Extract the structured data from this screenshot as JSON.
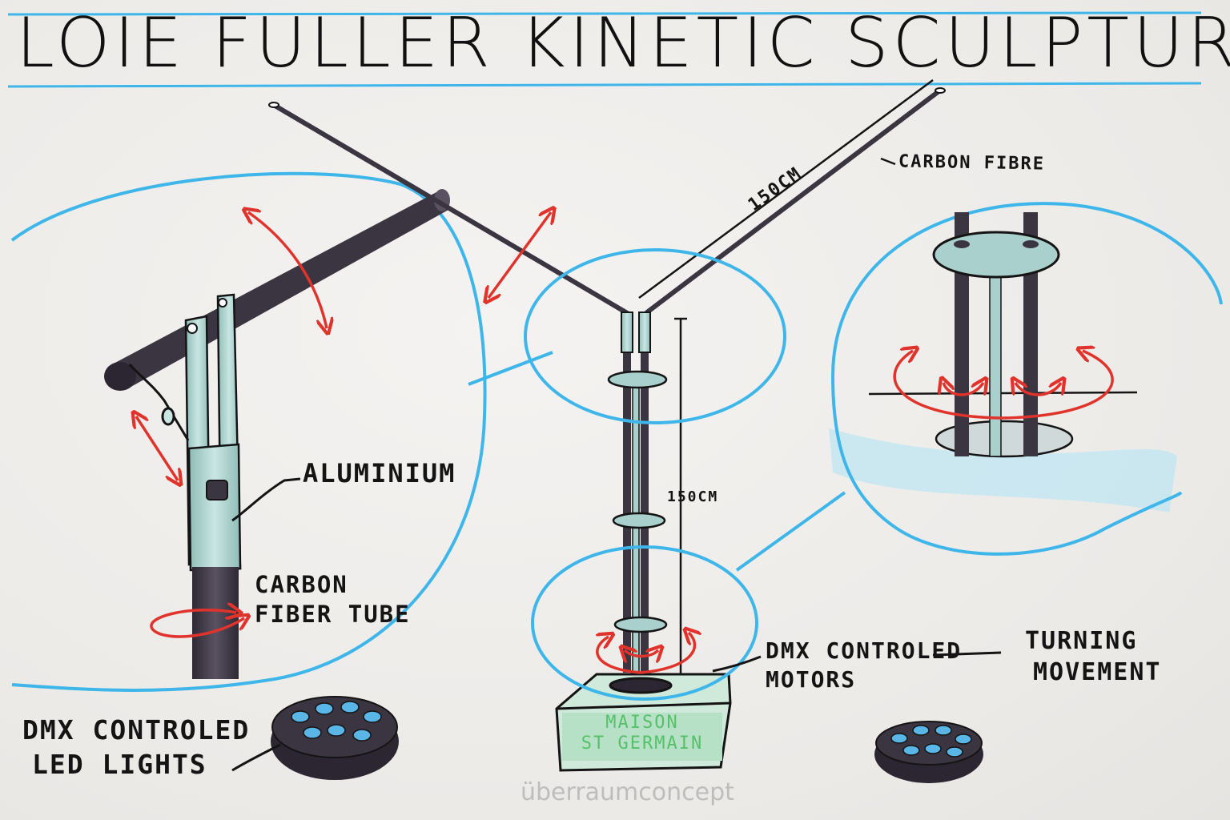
{
  "title": "LOIE FULLER KINETIC SCULPTURE",
  "labels": {
    "carbon_fibre": "CARBON FIBRE",
    "length_top": "150CM",
    "length_side": "150CM",
    "aluminium": "ALUMINIUM",
    "carbon_fiber_tube_line1": "CARBON",
    "carbon_fiber_tube_line2": "FIBER TUBE",
    "dmx_motors_line1": "DMX CONTROLED",
    "dmx_motors_line2": "MOTORS",
    "turning_line1": "TURNING",
    "turning_line2": "MOVEMENT",
    "dmx_led_line1": "DMX CONTROLED",
    "dmx_led_line2": "LED LIGHTS"
  },
  "base_box": {
    "line1": "MAISON",
    "line2": "ST GERMAIN"
  },
  "watermark": "überraumconcept",
  "colors": {
    "ink": "#141414",
    "accent_blue": "#3fb6ea",
    "arrow_red": "#e0332c",
    "rod_dark": "#3b3542",
    "aluminium": "#a9d0cc",
    "box_green": "#bfe3cf",
    "water_blue": "#bfe6f3"
  },
  "icons": [
    "rotation-arrow-icon",
    "double-arrow-icon",
    "led-light-icon"
  ]
}
